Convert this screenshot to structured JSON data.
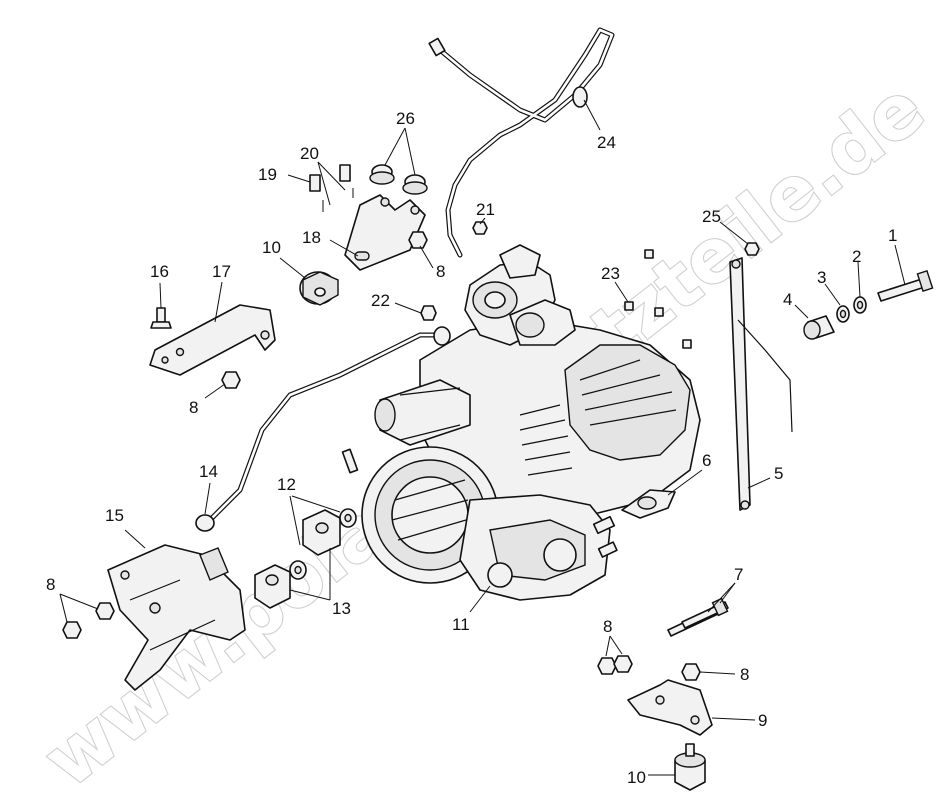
{
  "watermark": "www.polarisersatzteile.de",
  "callouts": {
    "c1": "1",
    "c2": "2",
    "c3": "3",
    "c4": "4",
    "c5": "5",
    "c6": "6",
    "c7": "7",
    "c8a": "8",
    "c8b": "8",
    "c8c": "8",
    "c8d": "8",
    "c8e": "8",
    "c9": "9",
    "c10a": "10",
    "c10b": "10",
    "c11": "11",
    "c12": "12",
    "c13": "13",
    "c14": "14",
    "c15": "15",
    "c16": "16",
    "c17": "17",
    "c18": "18",
    "c19": "19",
    "c20": "20",
    "c21": "21",
    "c22": "22",
    "c23": "23",
    "c24": "24",
    "c25": "25",
    "c26": "26"
  },
  "icons": {
    "engine": "engine-assembly-icon",
    "brackets": "mounting-bracket-icon",
    "hardware": "bolt-nut-washer-icon",
    "lines": "hose-line-icon"
  }
}
